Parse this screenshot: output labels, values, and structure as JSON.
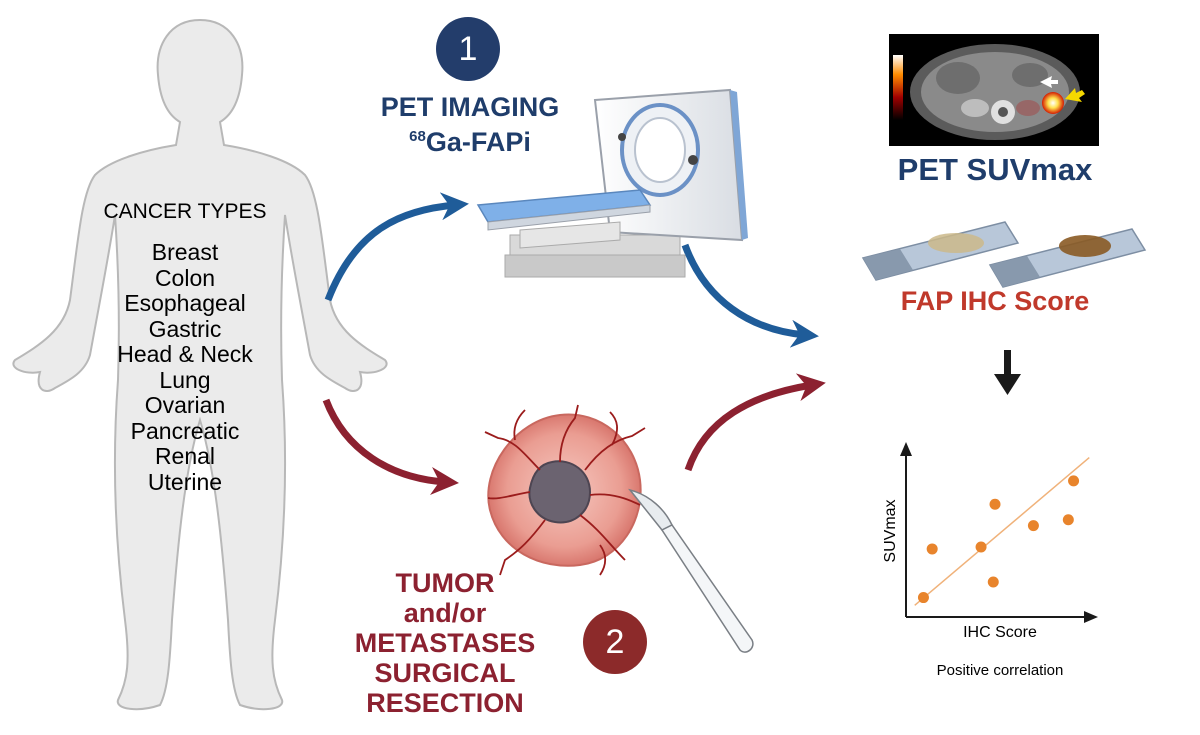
{
  "cancer_types": {
    "title": "CANCER TYPES",
    "items": [
      "Breast",
      "Colon",
      "Esophageal",
      "Gastric",
      "Head & Neck",
      "Lung",
      "Ovarian",
      "Pancreatic",
      "Renal",
      "Uterine"
    ]
  },
  "step1": {
    "number": "1",
    "title_line1": "PET IMAGING",
    "isotope_mass": "68",
    "tracer": "Ga-FAPi"
  },
  "step2": {
    "number": "2",
    "title_lines": [
      "TUMOR",
      "and/or",
      "METASTASES",
      "SURGICAL",
      "RESECTION"
    ]
  },
  "outputs": {
    "pet_label": "PET SUVmax",
    "ihc_label": "FAP IHC Score"
  },
  "colors": {
    "pet_blue": "#1f3d6b",
    "arrow_blue": "#1f5c99",
    "surgery_red": "#8c2130",
    "ihc_red": "#c0392b",
    "scatter_orange": "#e8842c"
  },
  "chart_data": {
    "type": "scatter",
    "xlabel": "IHC Score",
    "ylabel": "SUVmax",
    "caption": "Positive correlation",
    "points": [
      [
        1.0,
        1.0
      ],
      [
        1.5,
        3.5
      ],
      [
        4.3,
        3.6
      ],
      [
        5.0,
        1.8
      ],
      [
        5.1,
        5.8
      ],
      [
        7.3,
        4.7
      ],
      [
        9.3,
        5.0
      ],
      [
        9.6,
        7.0
      ]
    ],
    "trendline": [
      [
        0.5,
        0.6
      ],
      [
        10.5,
        8.2
      ]
    ],
    "xlim": [
      0,
      11
    ],
    "ylim": [
      0,
      9
    ],
    "grid": false
  }
}
